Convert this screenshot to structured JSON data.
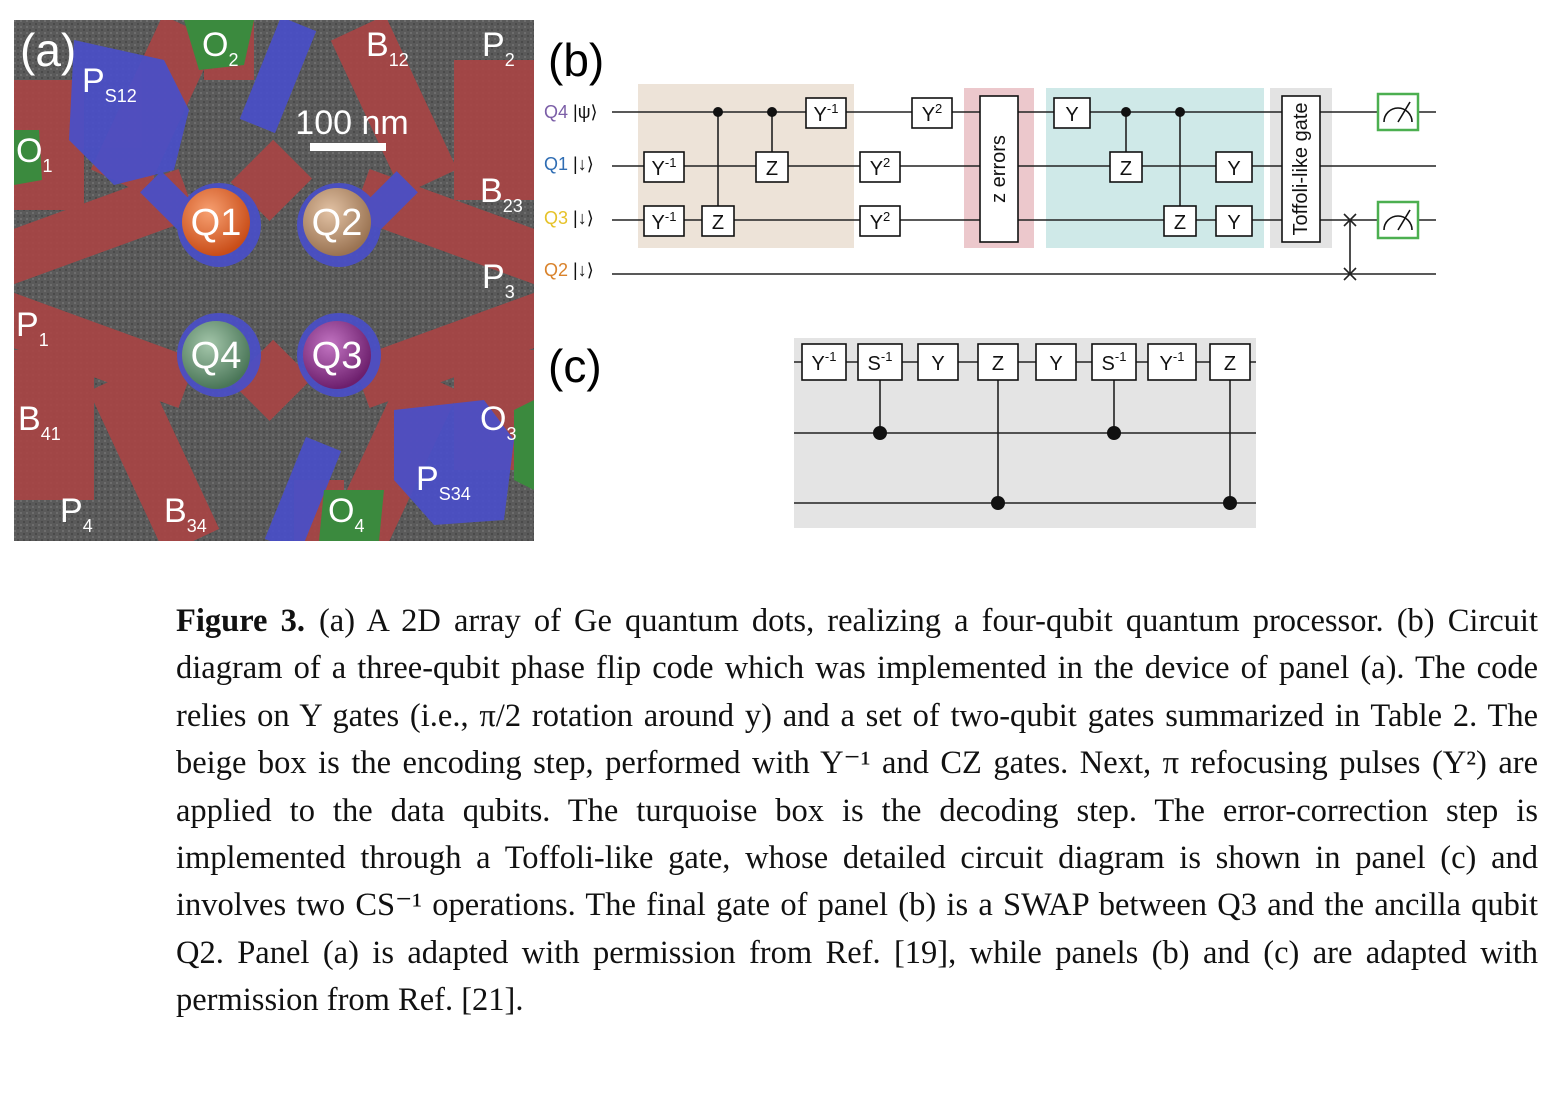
{
  "panel_a": {
    "letter": "(a)",
    "scale_bar": "100 nm",
    "qubits": [
      "Q1",
      "Q2",
      "Q4",
      "Q3"
    ],
    "gate_labels": [
      {
        "base": "O",
        "sub": "2"
      },
      {
        "base": "B",
        "sub": "12"
      },
      {
        "base": "P",
        "sub": "2"
      },
      {
        "base": "P",
        "sub": "S12"
      },
      {
        "base": "O",
        "sub": "1"
      },
      {
        "base": "B",
        "sub": "23"
      },
      {
        "base": "P",
        "sub": "3"
      },
      {
        "base": "P",
        "sub": "1"
      },
      {
        "base": "B",
        "sub": "41"
      },
      {
        "base": "O",
        "sub": "3"
      },
      {
        "base": "P",
        "sub": "S34"
      },
      {
        "base": "P",
        "sub": "4"
      },
      {
        "base": "B",
        "sub": "34"
      },
      {
        "base": "O",
        "sub": "4"
      }
    ],
    "qubit_colors": [
      "#e0612a",
      "#b88a62",
      "#5f8f6c",
      "#8e2d8e"
    ]
  },
  "panel_b": {
    "letter": "(b)",
    "rows": [
      {
        "qubit": "Q4",
        "state": "|ψ⟩",
        "color": "#7b5ea7"
      },
      {
        "qubit": "Q1",
        "state": "|↓⟩",
        "color": "#2f6db3"
      },
      {
        "qubit": "Q3",
        "state": "|↓⟩",
        "color": "#e6c229"
      },
      {
        "qubit": "Q2",
        "state": "|↓⟩",
        "color": "#d9822b"
      }
    ],
    "gates": {
      "y_inv": "Y",
      "y_inv_sup": "-1",
      "y2": "Y",
      "y2_sup": "2",
      "z": "Z",
      "y": "Y"
    },
    "z_errors": "z errors",
    "toffoli": "Toffoli-like gate",
    "box_colors": {
      "encoding": "#ede3d8",
      "errors": "#ecc8cc",
      "decoding": "#cfe9e8",
      "toffoli": "#e3e3e3",
      "measure": "#4caf50"
    }
  },
  "panel_c": {
    "letter": "(c)",
    "gates": [
      {
        "base": "Y",
        "sup": "-1"
      },
      {
        "base": "S",
        "sup": "-1"
      },
      {
        "base": "Y",
        "sup": ""
      },
      {
        "base": "Z",
        "sup": ""
      },
      {
        "base": "Y",
        "sup": ""
      },
      {
        "base": "S",
        "sup": "-1"
      },
      {
        "base": "Y",
        "sup": "-1"
      },
      {
        "base": "Z",
        "sup": ""
      }
    ]
  },
  "caption": {
    "lead": "Figure 3.",
    "body": "(a) A 2D array of Ge quantum dots, realizing a four-qubit quantum processor. (b) Circuit diagram of a three-qubit phase flip code which was implemented in the device of panel (a). The code relies on Y gates (i.e., π/2 rotation around y) and a set of two-qubit gates summarized in Table 2. The beige box is the encoding step, performed with Y⁻¹ and CZ gates. Next, π refocusing pulses (Y²) are applied to the data qubits. The turquoise box is the decoding step. The error-correction step is implemented through a Toffoli-like gate, whose detailed circuit diagram is shown in panel (c) and involves two CS⁻¹ operations. The final gate of panel (b) is a SWAP between Q3 and the ancilla qubit Q2. Panel (a) is adapted with permission from Ref. [19], while panels (b) and (c) are adapted with permission from Ref. [21]."
  }
}
